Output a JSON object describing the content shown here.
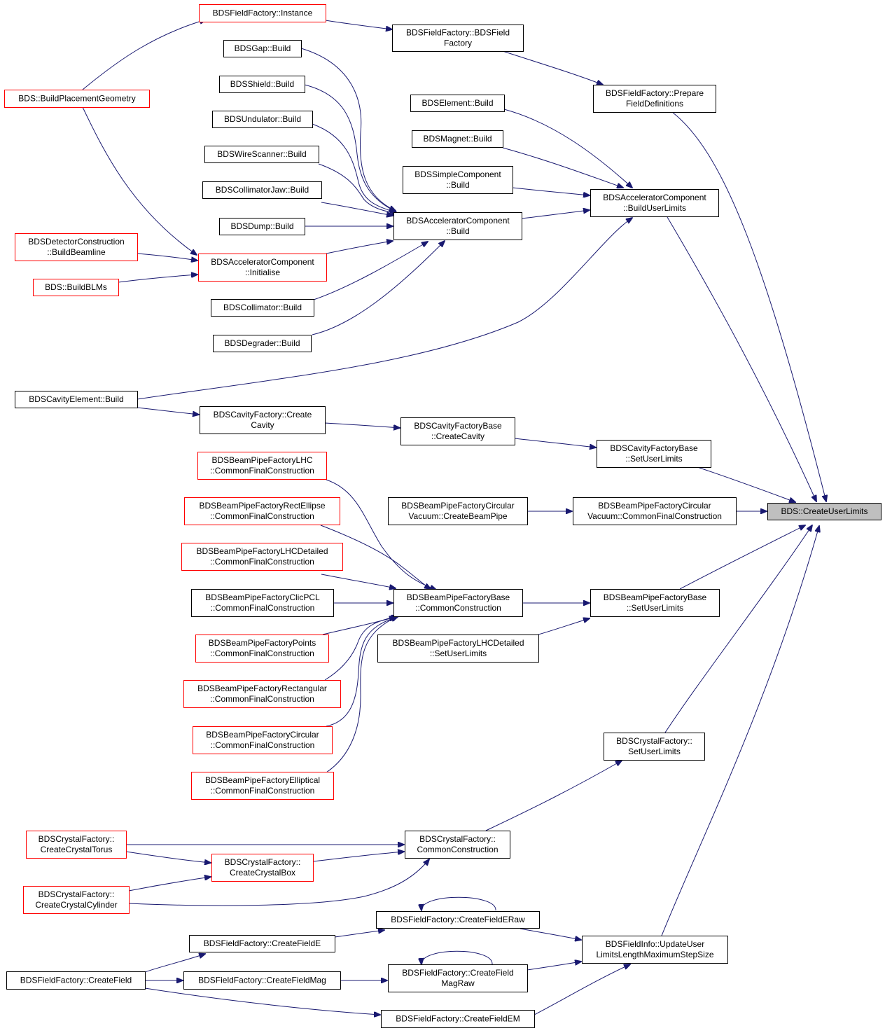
{
  "graph": {
    "edge_color": "#191970",
    "root_fill": "#bfbfbf",
    "truncated_border_color": "#ff0000",
    "nodes": [
      {
        "id": "createuserlimits",
        "lines": [
          "BDS::CreateUserLimits"
        ],
        "border": "root"
      },
      {
        "id": "ff-instance",
        "lines": [
          "BDSFieldFactory::Instance"
        ],
        "border": "red"
      },
      {
        "id": "ff-ctor",
        "lines": [
          "BDSFieldFactory::BDSField",
          "Factory"
        ],
        "border": "black"
      },
      {
        "id": "ff-prepare",
        "lines": [
          "BDSFieldFactory::Prepare",
          "FieldDefinitions"
        ],
        "border": "black"
      },
      {
        "id": "bds-bpg",
        "lines": [
          "BDS::BuildPlacementGeometry"
        ],
        "border": "red"
      },
      {
        "id": "gap-build",
        "lines": [
          "BDSGap::Build"
        ],
        "border": "black"
      },
      {
        "id": "shield-build",
        "lines": [
          "BDSShield::Build"
        ],
        "border": "black"
      },
      {
        "id": "undulator-build",
        "lines": [
          "BDSUndulator::Build"
        ],
        "border": "black"
      },
      {
        "id": "wirescanner-build",
        "lines": [
          "BDSWireScanner::Build"
        ],
        "border": "black"
      },
      {
        "id": "colljaw-build",
        "lines": [
          "BDSCollimatorJaw::Build"
        ],
        "border": "black"
      },
      {
        "id": "dump-build",
        "lines": [
          "BDSDump::Build"
        ],
        "border": "black"
      },
      {
        "id": "detcon-beamline",
        "lines": [
          "BDSDetectorConstruction",
          "::BuildBeamline"
        ],
        "border": "red"
      },
      {
        "id": "bds-buildblms",
        "lines": [
          "BDS::BuildBLMs"
        ],
        "border": "red"
      },
      {
        "id": "ac-initialise",
        "lines": [
          "BDSAcceleratorComponent",
          "::Initialise"
        ],
        "border": "red"
      },
      {
        "id": "collimator-build",
        "lines": [
          "BDSCollimator::Build"
        ],
        "border": "black"
      },
      {
        "id": "degrader-build",
        "lines": [
          "BDSDegrader::Build"
        ],
        "border": "black"
      },
      {
        "id": "ac-build",
        "lines": [
          "BDSAcceleratorComponent",
          "::Build"
        ],
        "border": "black"
      },
      {
        "id": "element-build",
        "lines": [
          "BDSElement::Build"
        ],
        "border": "black"
      },
      {
        "id": "magnet-build",
        "lines": [
          "BDSMagnet::Build"
        ],
        "border": "black"
      },
      {
        "id": "simplecomp-build",
        "lines": [
          "BDSSimpleComponent",
          "::Build"
        ],
        "border": "black"
      },
      {
        "id": "ac-buildul",
        "lines": [
          "BDSAcceleratorComponent",
          "::BuildUserLimits"
        ],
        "border": "black"
      },
      {
        "id": "cavityelement-build",
        "lines": [
          "BDSCavityElement::Build"
        ],
        "border": "black"
      },
      {
        "id": "cavfactory-create",
        "lines": [
          "BDSCavityFactory::Create",
          "Cavity"
        ],
        "border": "black"
      },
      {
        "id": "cavfb-create",
        "lines": [
          "BDSCavityFactoryBase",
          "::CreateCavity"
        ],
        "border": "black"
      },
      {
        "id": "cavfb-setul",
        "lines": [
          "BDSCavityFactoryBase",
          "::SetUserLimits"
        ],
        "border": "black"
      },
      {
        "id": "bp-lhc-cfc",
        "lines": [
          "BDSBeamPipeFactoryLHC",
          "::CommonFinalConstruction"
        ],
        "border": "red"
      },
      {
        "id": "bp-rectellipse-cfc",
        "lines": [
          "BDSBeamPipeFactoryRectEllipse",
          "::CommonFinalConstruction"
        ],
        "border": "red"
      },
      {
        "id": "bp-lhcdet-cfc",
        "lines": [
          "BDSBeamPipeFactoryLHCDetailed",
          "::CommonFinalConstruction"
        ],
        "border": "red"
      },
      {
        "id": "bp-clicpcl-cfc",
        "lines": [
          "BDSBeamPipeFactoryClicPCL",
          "::CommonFinalConstruction"
        ],
        "border": "black"
      },
      {
        "id": "bp-points-cfc",
        "lines": [
          "BDSBeamPipeFactoryPoints",
          "::CommonFinalConstruction"
        ],
        "border": "red"
      },
      {
        "id": "bp-rect-cfc",
        "lines": [
          "BDSBeamPipeFactoryRectangular",
          "::CommonFinalConstruction"
        ],
        "border": "red"
      },
      {
        "id": "bp-circ-cfc",
        "lines": [
          "BDSBeamPipeFactoryCircular",
          "::CommonFinalConstruction"
        ],
        "border": "red"
      },
      {
        "id": "bp-ellip-cfc",
        "lines": [
          "BDSBeamPipeFactoryElliptical",
          "::CommonFinalConstruction"
        ],
        "border": "red"
      },
      {
        "id": "bp-circvac-cbp",
        "lines": [
          "BDSBeamPipeFactoryCircular",
          "Vacuum::CreateBeamPipe"
        ],
        "border": "black"
      },
      {
        "id": "bp-circvac-cfc",
        "lines": [
          "BDSBeamPipeFactoryCircular",
          "Vacuum::CommonFinalConstruction"
        ],
        "border": "black"
      },
      {
        "id": "bpfb-cc",
        "lines": [
          "BDSBeamPipeFactoryBase",
          "::CommonConstruction"
        ],
        "border": "black"
      },
      {
        "id": "bpfb-setul",
        "lines": [
          "BDSBeamPipeFactoryBase",
          "::SetUserLimits"
        ],
        "border": "black"
      },
      {
        "id": "bp-lhcdet-setul",
        "lines": [
          "BDSBeamPipeFactoryLHCDetailed",
          "::SetUserLimits"
        ],
        "border": "black"
      },
      {
        "id": "cf-setul",
        "lines": [
          "BDSCrystalFactory::",
          "SetUserLimits"
        ],
        "border": "black"
      },
      {
        "id": "cf-torus",
        "lines": [
          "BDSCrystalFactory::",
          "CreateCrystalTorus"
        ],
        "border": "red"
      },
      {
        "id": "cf-box",
        "lines": [
          "BDSCrystalFactory::",
          "CreateCrystalBox"
        ],
        "border": "red"
      },
      {
        "id": "cf-cylinder",
        "lines": [
          "BDSCrystalFactory::",
          "CreateCrystalCylinder"
        ],
        "border": "red"
      },
      {
        "id": "cf-cc",
        "lines": [
          "BDSCrystalFactory::",
          "CommonConstruction"
        ],
        "border": "black"
      },
      {
        "id": "ff-cferaw",
        "lines": [
          "BDSFieldFactory::CreateFieldERaw"
        ],
        "border": "black"
      },
      {
        "id": "ff-cfe",
        "lines": [
          "BDSFieldFactory::CreateFieldE"
        ],
        "border": "black"
      },
      {
        "id": "ff-cf",
        "lines": [
          "BDSFieldFactory::CreateField"
        ],
        "border": "black"
      },
      {
        "id": "ff-cfmag",
        "lines": [
          "BDSFieldFactory::CreateFieldMag"
        ],
        "border": "black"
      },
      {
        "id": "ff-cfmagraw",
        "lines": [
          "BDSFieldFactory::CreateField",
          "MagRaw"
        ],
        "border": "black"
      },
      {
        "id": "ff-cfem",
        "lines": [
          "BDSFieldFactory::CreateFieldEM"
        ],
        "border": "black"
      },
      {
        "id": "fi-update",
        "lines": [
          "BDSFieldInfo::UpdateUser",
          "LimitsLengthMaximumStepSize"
        ],
        "border": "black"
      }
    ]
  }
}
